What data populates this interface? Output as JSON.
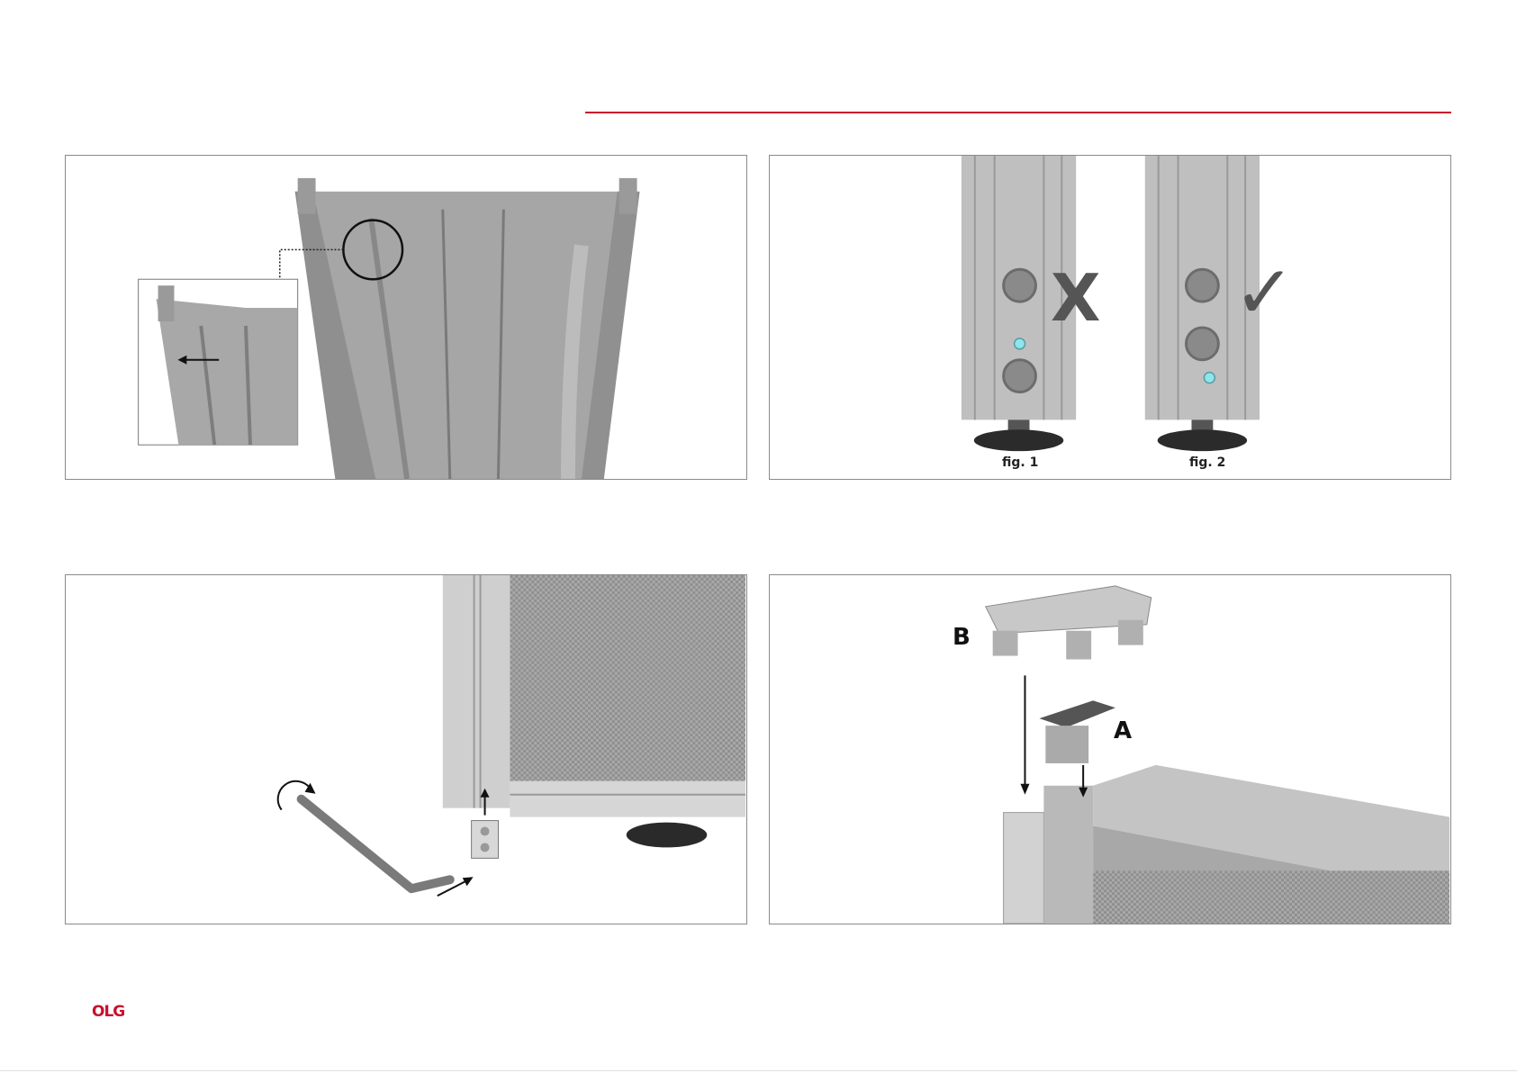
{
  "colors": {
    "accent": "#c8102e",
    "profile": "#a9a9a9",
    "dot": "#8ee6ec"
  },
  "figures": {
    "fig1_label": "fig. 1",
    "fig2_label": "fig. 2",
    "wrong_mark": "X",
    "right_mark": "✓"
  },
  "parts": {
    "label_a": "A",
    "label_b": "B"
  },
  "footer": {
    "logo_text": "OLG"
  },
  "icons": [
    "arrow-icon",
    "rotate-arrow-icon",
    "magnifier-circle-icon"
  ]
}
